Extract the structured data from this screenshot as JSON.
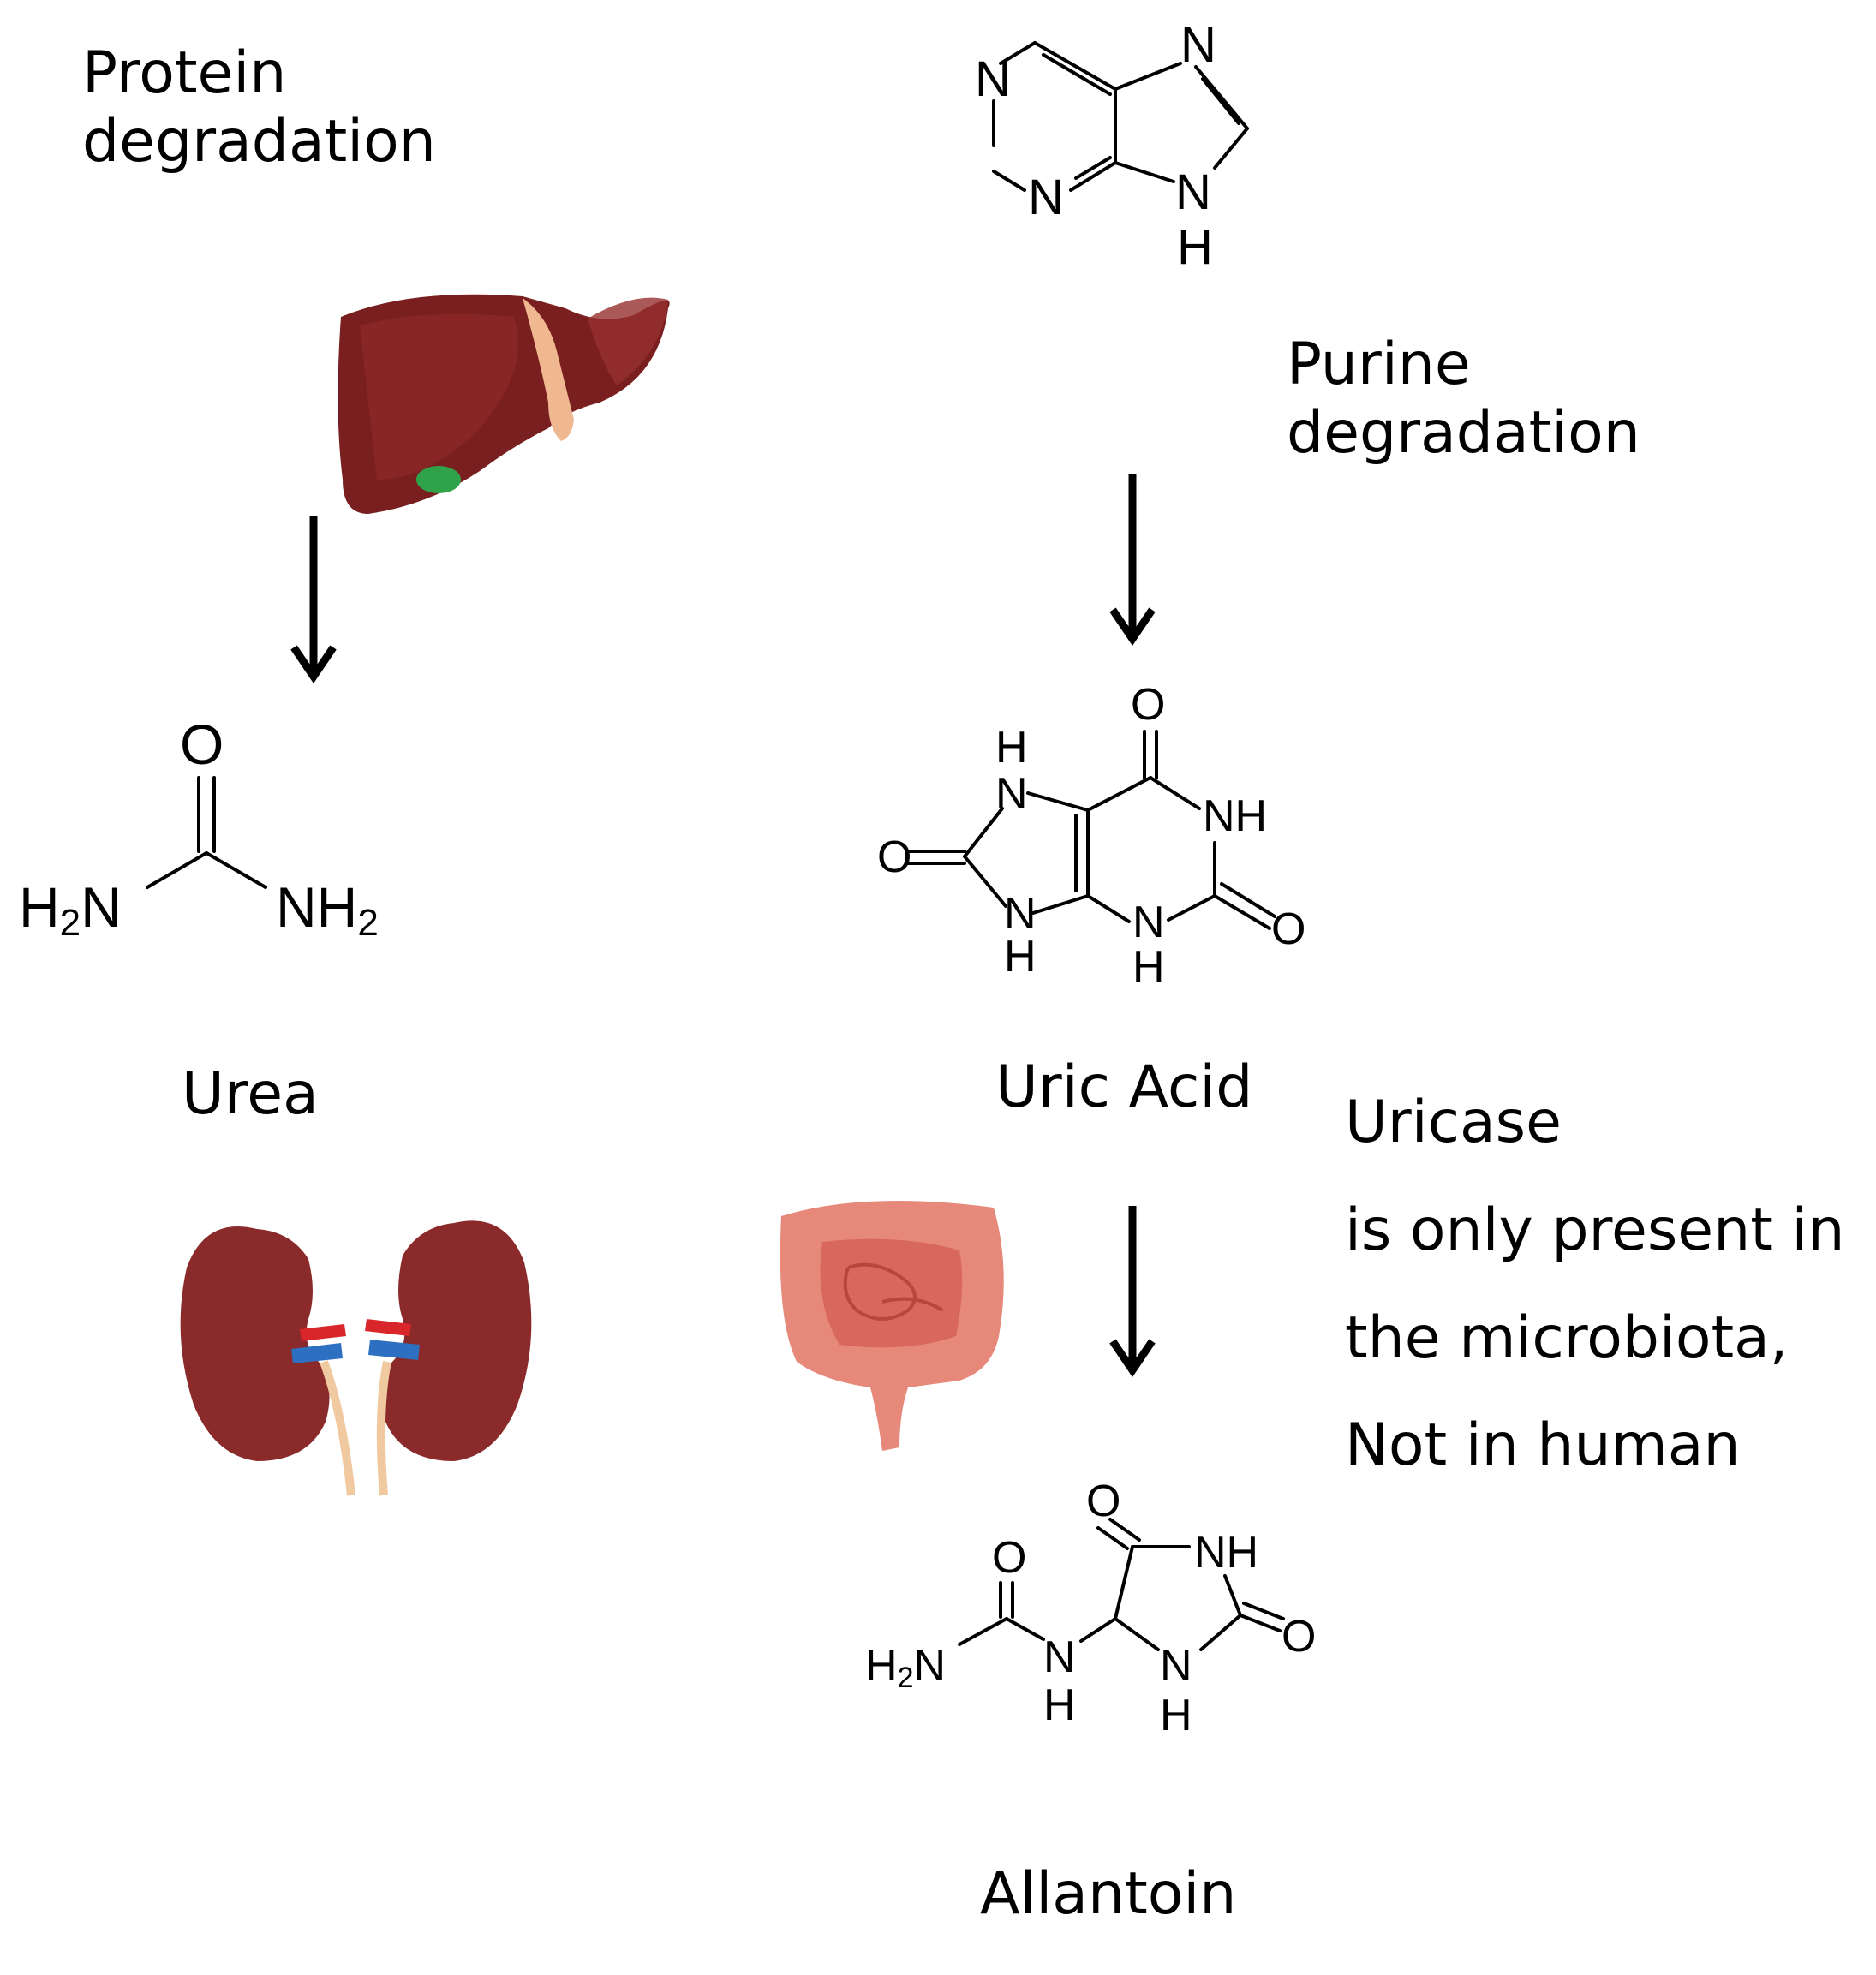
{
  "protein_label": [
    "Protein",
    "degradation"
  ],
  "purine_label": [
    "Purine",
    "degradation"
  ],
  "urea_label": "Urea",
  "uric_acid_label": "Uric Acid",
  "allantoin_label": "Allantoin",
  "uricase_note": [
    "Uricase",
    "is only present in",
    "the microbiota,",
    "Not in human"
  ],
  "atoms": {
    "N": "N",
    "H": "H",
    "O": "O",
    "NH": "NH",
    "H2": "H",
    "sub2": "2"
  },
  "icons": [
    "liver-icon",
    "kidneys-icon",
    "intestine-icon"
  ],
  "colors": {
    "liver": "#7a1f1f",
    "kidney": "#8b2a2a",
    "intestine": "#e7897a",
    "gallbladder": "#2fa24a"
  }
}
